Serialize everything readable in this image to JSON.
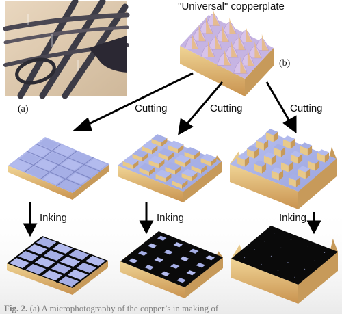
{
  "figure": {
    "title": "\"Universal\" copperplate",
    "panel_a": "(a)",
    "panel_b": "(b)",
    "cutting_label": "Cutting",
    "inking_label": "Inking",
    "caption_prefix": "Fig. 2.",
    "caption_text": "(a) A microphotography of the copper’s in making of"
  },
  "colors": {
    "surface": "#a9b2e6",
    "surface_dark": "#8d96d4",
    "side": "#e8c98a",
    "side_shadow": "#c79a5a",
    "ink": "#0a0a0a"
  }
}
